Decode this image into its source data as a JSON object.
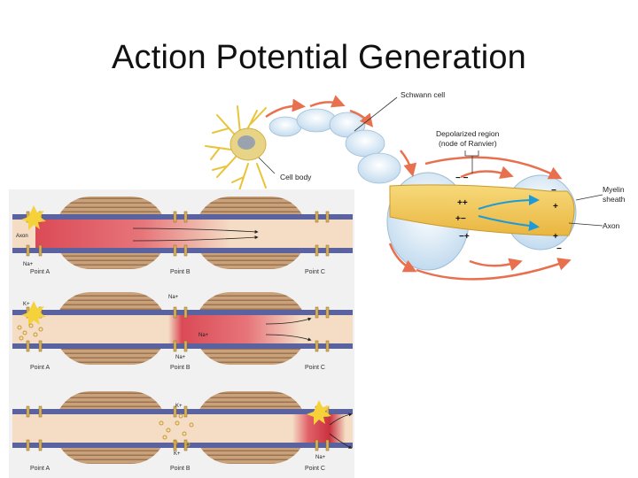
{
  "slide": {
    "title": "Action Potential Generation"
  },
  "neuron_figure": {
    "labels": {
      "schwann_cell": "Schwann cell",
      "depolarized_region_line1": "Depolarized region",
      "depolarized_region_line2": "(node of Ranvier)",
      "cell_body": "Cell body",
      "myelin_sheath_line1": "Myelin",
      "myelin_sheath_line2": "sheath",
      "axon": "Axon"
    },
    "colors": {
      "axon": "#f3c95a",
      "myelin": "#cfe3f2",
      "current_arrow": "#e8704e",
      "inner_arrow": "#1e9bd7"
    }
  },
  "conduction_panels": {
    "panel_1": {
      "axon_label": "Axon",
      "na_label": "Na+",
      "points": [
        "Point A",
        "Point B",
        "Point C"
      ]
    },
    "panel_2": {
      "k_label": "K+",
      "na_top_label": "Na+",
      "na_mid_label": "Na+",
      "na_bottom_label": "Na+",
      "points": [
        "Point A",
        "Point B",
        "Point C"
      ]
    },
    "panel_3": {
      "k_top_label": "K+",
      "k_bottom_label": "K+",
      "na_label": "Na+",
      "points": [
        "Point A",
        "Point B",
        "Point C"
      ]
    },
    "colors": {
      "membrane": "#5b62a0",
      "cytoplasm": "#f4dcc5",
      "myelin": "#c7a07a",
      "depolarized": "#d83a4a"
    }
  }
}
